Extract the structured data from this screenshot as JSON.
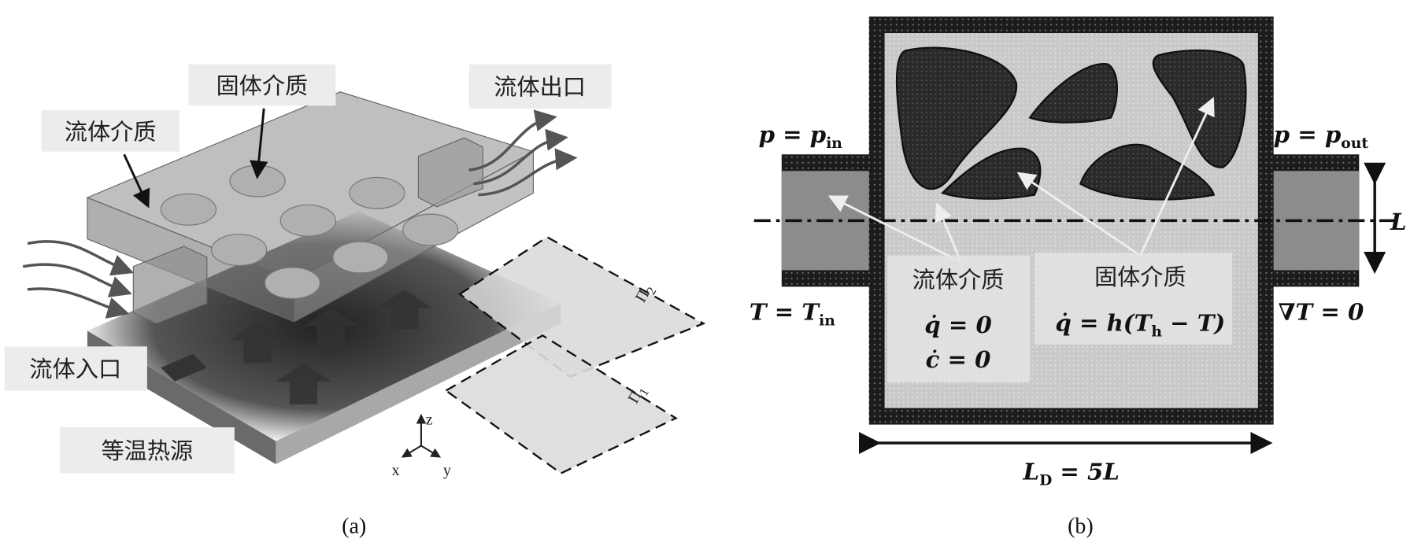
{
  "panel_a": {
    "labels": {
      "fluid_medium": "流体介质",
      "solid_medium": "固体介质",
      "fluid_outlet": "流体出口",
      "fluid_inlet": "流体入口",
      "heat_source": "等温热源"
    },
    "planes": {
      "pi1": "Π",
      "pi1_sub": "1",
      "pi2": "Π",
      "pi2_sub": "2"
    },
    "axes": {
      "x": "x",
      "y": "y",
      "z": "z"
    },
    "caption": "(a)"
  },
  "panel_b": {
    "inlet_pressure": {
      "lhs": "p",
      "eq": " = ",
      "rhs": "p",
      "sub": "in"
    },
    "outlet_pressure": {
      "lhs": "p",
      "eq": " = ",
      "rhs": "p",
      "sub": "out"
    },
    "inlet_temp": {
      "lhs": "T",
      "eq": " = ",
      "rhs": "T",
      "sub": "in"
    },
    "outlet_temp": "∇T = 0",
    "pipe_width": "L",
    "domain_length": {
      "lhs": "L",
      "sub": "D",
      "rhs": " = 5L"
    },
    "fluid_label": "流体介质",
    "fluid_eq1": "q̇ = 0",
    "fluid_eq2": "ċ = 0",
    "solid_label": "固体介质",
    "solid_eq": {
      "pre": "q̇ = h(T",
      "sub": "h",
      "post": " − T)"
    },
    "caption": "(b)"
  },
  "colors": {
    "dark": "#1a1a1a",
    "pipe": "#8c8c8c",
    "domain": "#c8c8c8",
    "blob": "#2e2e2e"
  }
}
